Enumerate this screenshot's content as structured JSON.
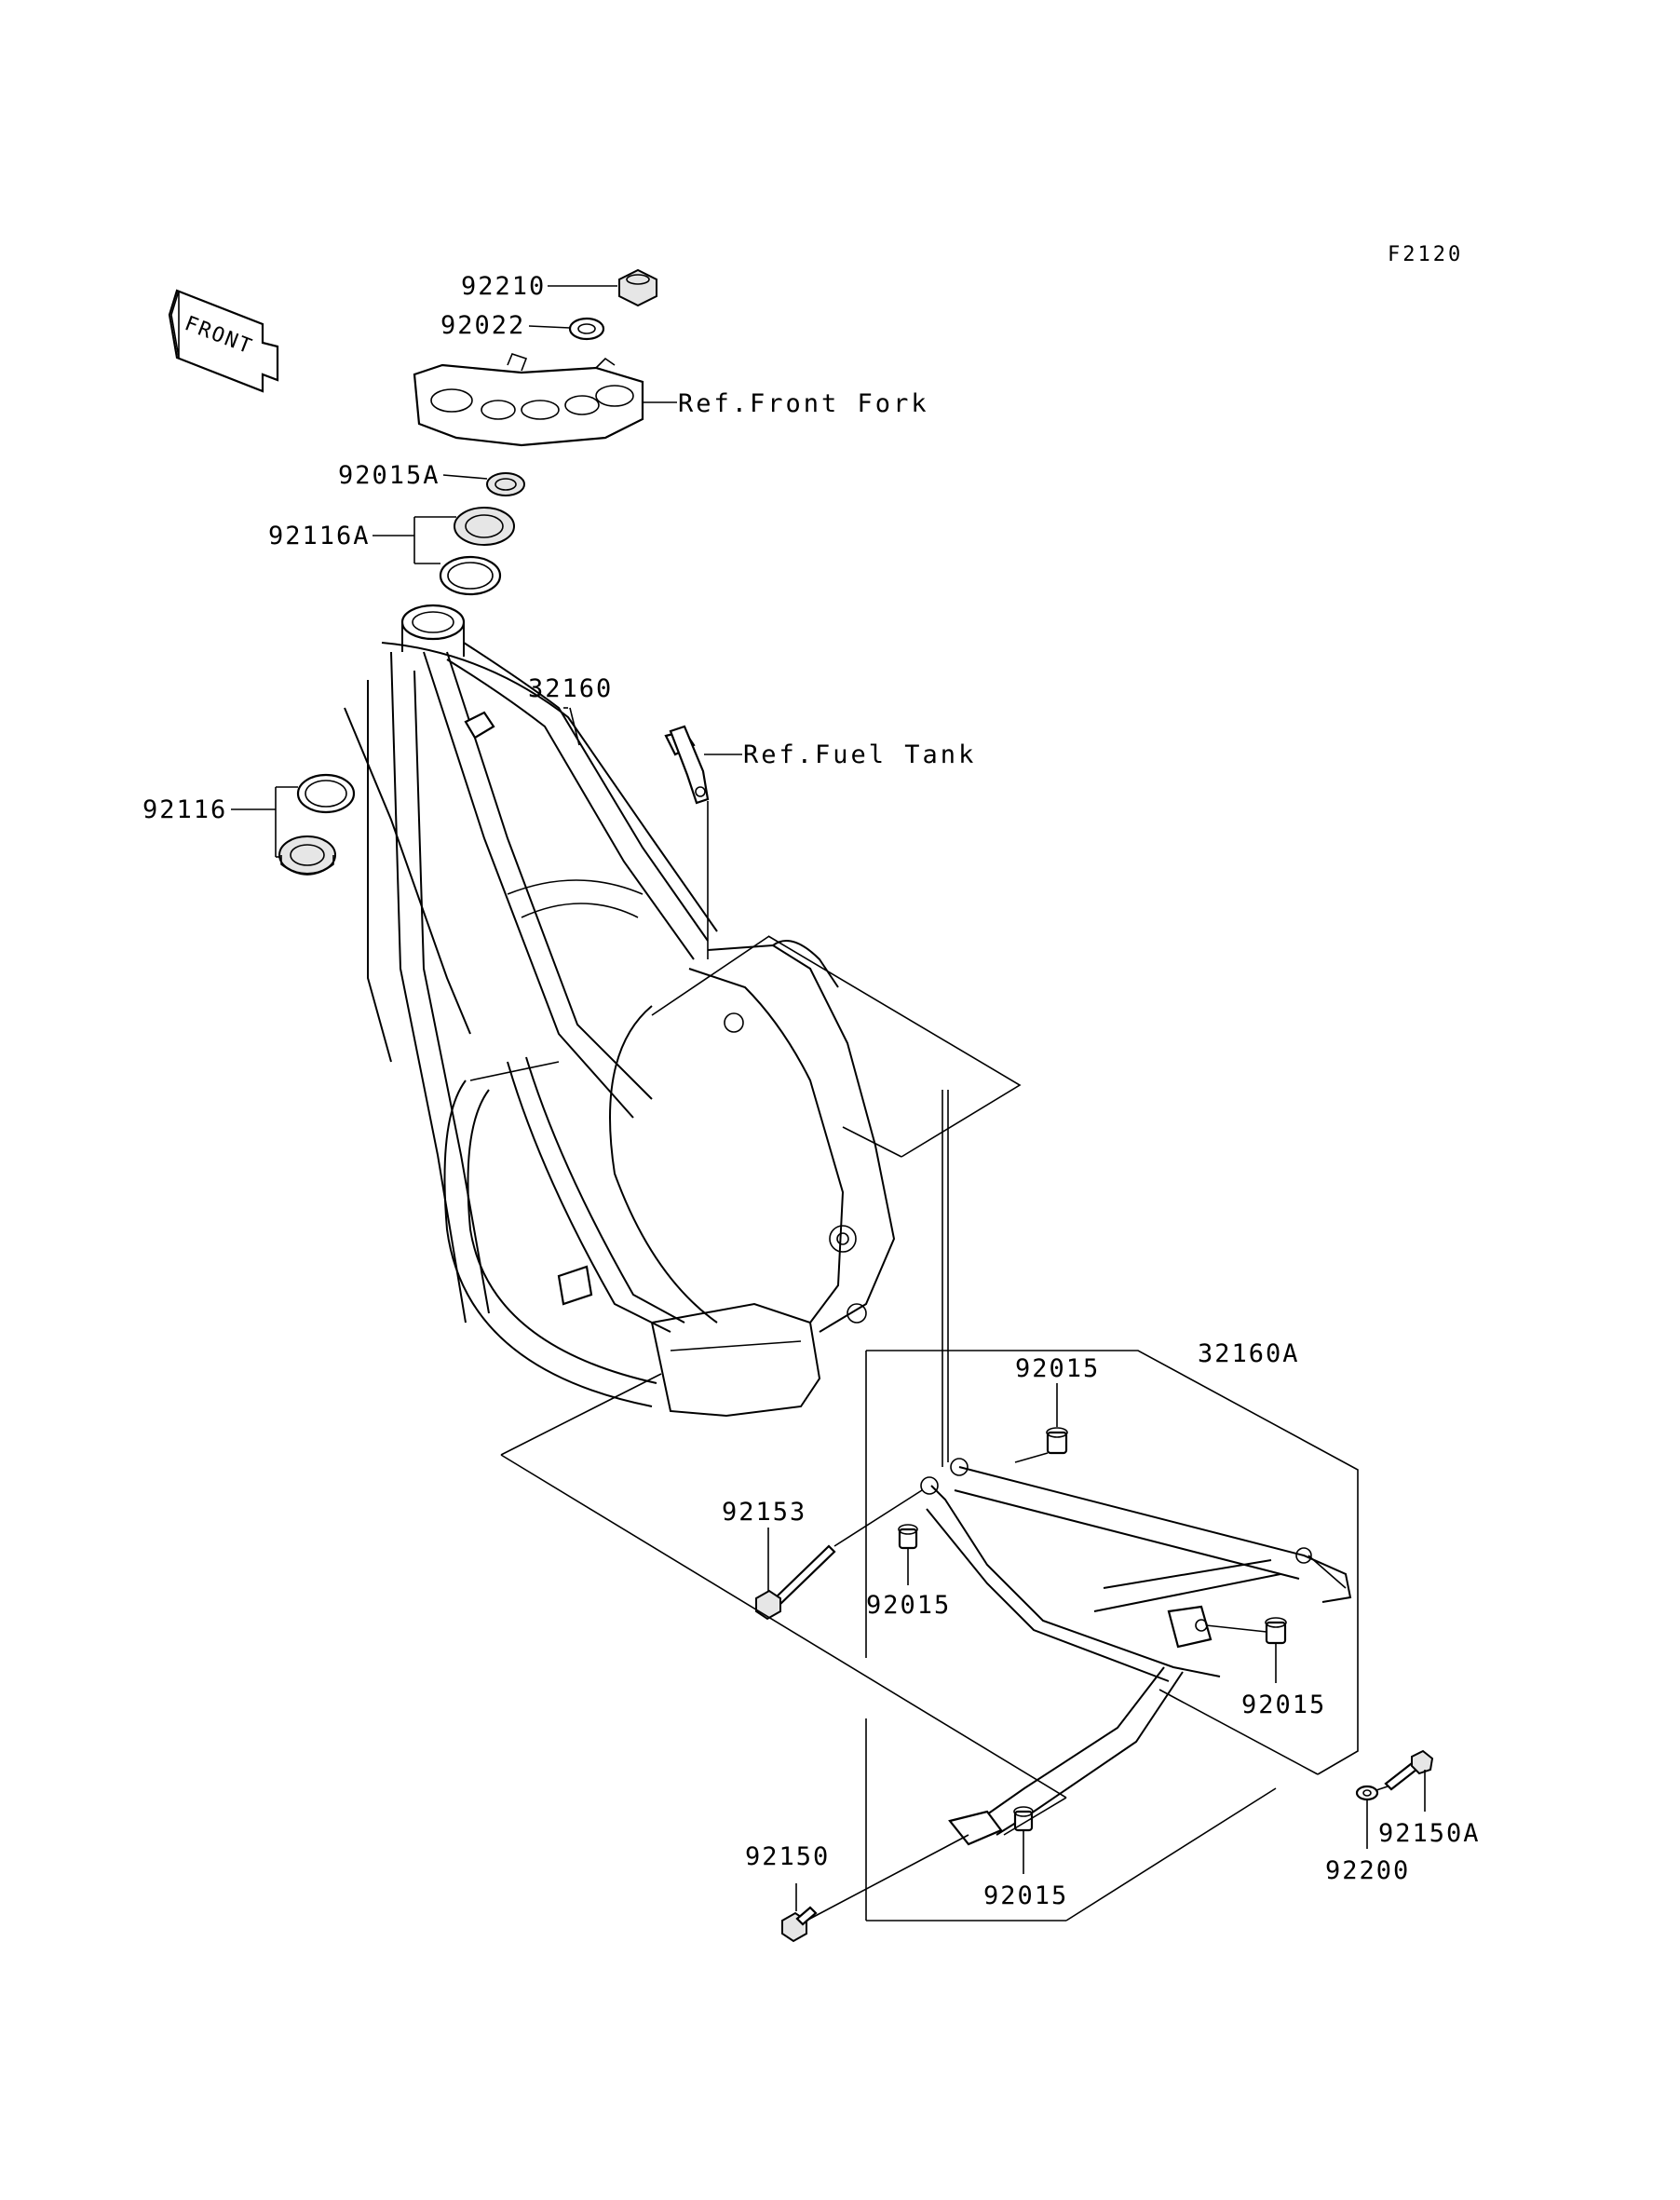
{
  "figure_code": "F2120",
  "direction_arrow": {
    "label": "FRONT"
  },
  "parts": [
    {
      "id": "92210",
      "label": "92210"
    },
    {
      "id": "92022",
      "label": "92022"
    },
    {
      "id": "92015A",
      "label": "92015A"
    },
    {
      "id": "92116A",
      "label": "92116A"
    },
    {
      "id": "32160",
      "label": "32160"
    },
    {
      "id": "92116",
      "label": "92116"
    },
    {
      "id": "32160A",
      "label": "32160A"
    },
    {
      "id": "92015_top",
      "label": "92015"
    },
    {
      "id": "92153",
      "label": "92153"
    },
    {
      "id": "92015_mid",
      "label": "92015"
    },
    {
      "id": "92015_right",
      "label": "92015"
    },
    {
      "id": "92150",
      "label": "92150"
    },
    {
      "id": "92015_bottom",
      "label": "92015"
    },
    {
      "id": "92150A",
      "label": "92150A"
    },
    {
      "id": "92200",
      "label": "92200"
    }
  ],
  "references": [
    {
      "id": "front_fork",
      "label": "Ref.Front Fork"
    },
    {
      "id": "fuel_tank",
      "label": "Ref.Fuel Tank"
    }
  ],
  "colors": {
    "ink": "#000000",
    "background": "#ffffff",
    "part_shade": "#e6e6e6"
  }
}
